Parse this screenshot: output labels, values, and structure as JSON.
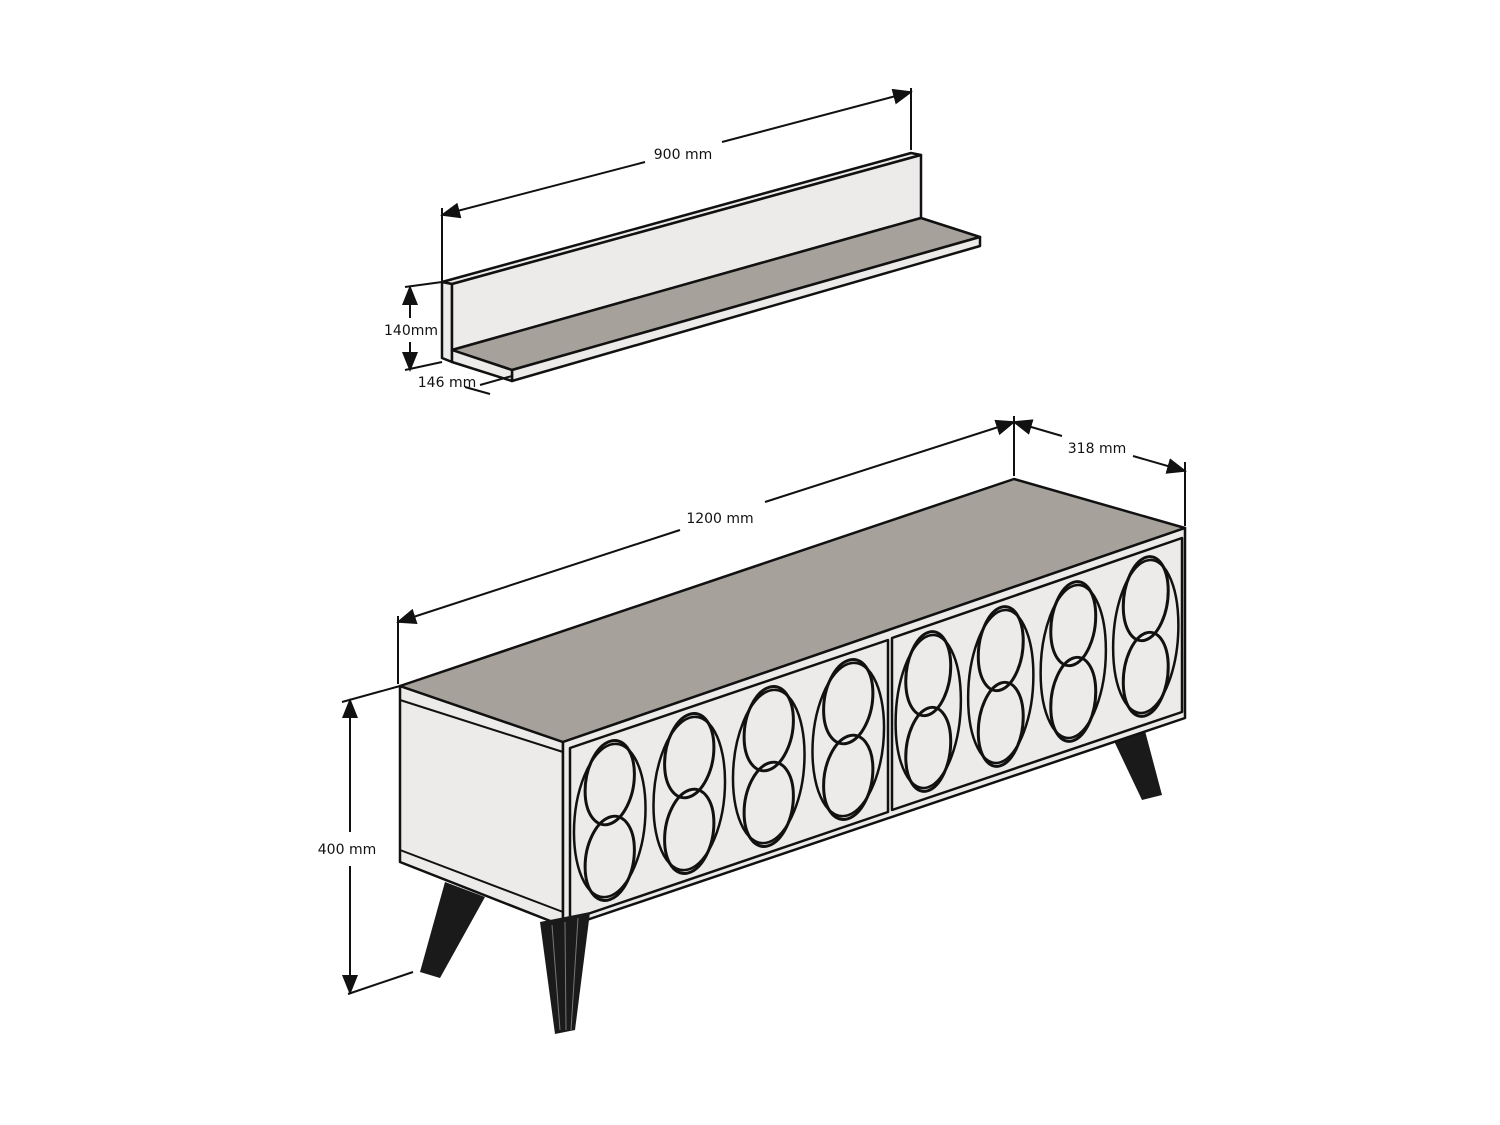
{
  "colors": {
    "panel": "#ecebea",
    "top_surface": "#a7a19b",
    "line": "#111111",
    "leg": "#1a1a1a"
  },
  "shelf": {
    "width_label": "900 mm",
    "height_label": "140mm",
    "depth_label": "146 mm"
  },
  "cabinet": {
    "width_label": "1200 mm",
    "depth_label": "318 mm",
    "height_label": "400 mm"
  }
}
